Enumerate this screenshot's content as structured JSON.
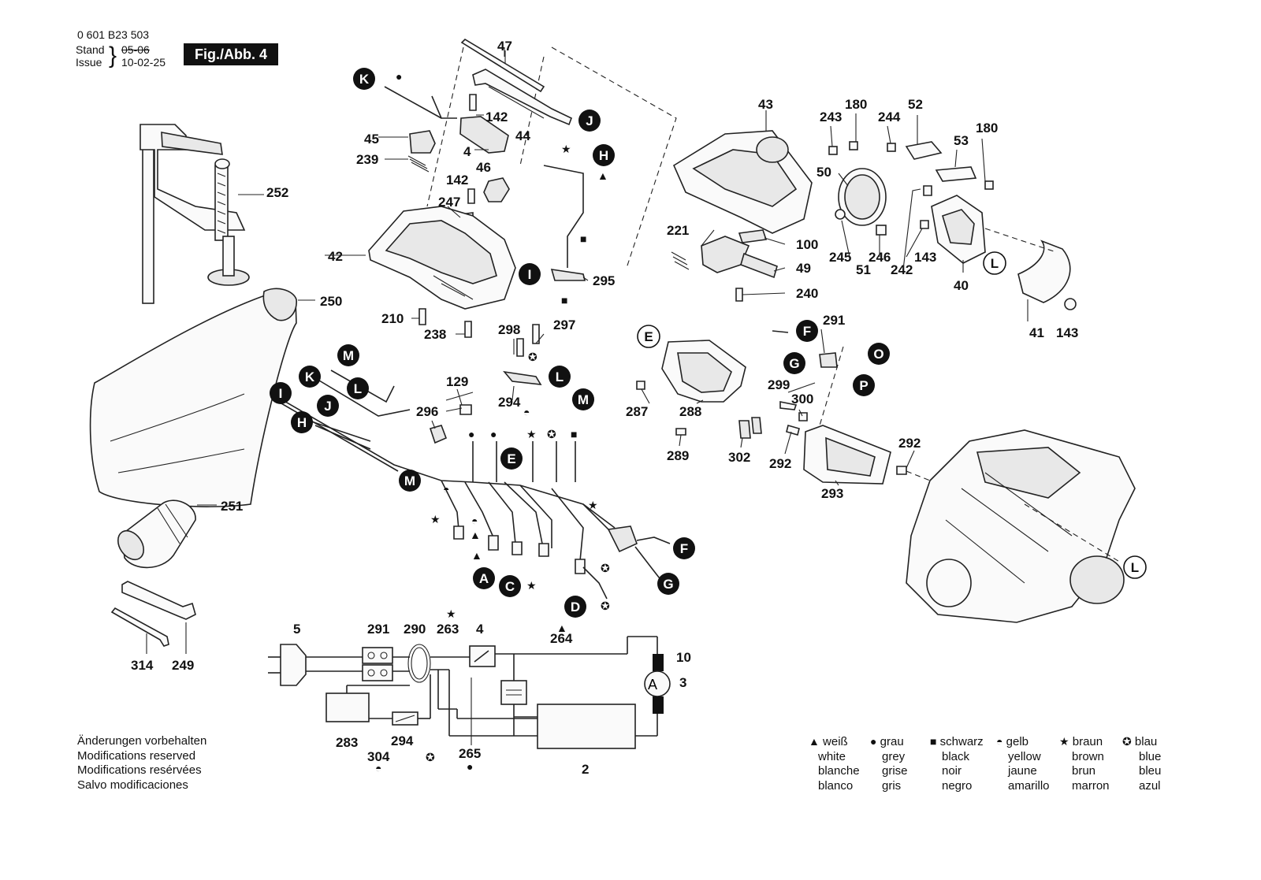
{
  "header": {
    "doc_number": "0 601 B23 503",
    "stand_label": "Stand",
    "issue_label": "Issue",
    "old_date": "05-06",
    "new_date": "10-02-25",
    "figure_label": "Fig./Abb. 4"
  },
  "part_numbers": {
    "p47": "47",
    "p142a": "142",
    "p44": "44",
    "p45": "45",
    "p4": "4",
    "p239": "239",
    "p46": "46",
    "p142b": "142",
    "p247": "247",
    "p42": "42",
    "p210": "210",
    "p238": "238",
    "p295": "295",
    "p298": "298",
    "p297": "297",
    "p294": "294",
    "p252": "252",
    "p250": "250",
    "p251": "251",
    "p314": "314",
    "p249": "249",
    "p129": "129",
    "p296": "296",
    "p43": "43",
    "p243": "243",
    "p180a": "180",
    "p244": "244",
    "p52": "52",
    "p53": "53",
    "p180b": "180",
    "p50": "50",
    "p221": "221",
    "p100": "100",
    "p49": "49",
    "p240": "240",
    "p245": "245",
    "p246": "246",
    "p51": "51",
    "p143a": "143",
    "p242": "242",
    "p40": "40",
    "p41": "41",
    "p143b": "143",
    "p291": "291",
    "p299": "299",
    "p300": "300",
    "p287": "287",
    "p288": "288",
    "p289": "289",
    "p302": "302",
    "p292a": "292",
    "p292b": "292",
    "p293": "293",
    "s5": "5",
    "s291": "291",
    "s290": "290",
    "s263": "263",
    "s4": "4",
    "s264": "264",
    "s10": "10",
    "s3": "3",
    "s283": "283",
    "s304": "304",
    "s294": "294",
    "s265": "265",
    "s2": "2",
    "motor": "A"
  },
  "connector_labels": {
    "K": "K",
    "J": "J",
    "H": "H",
    "I": "I",
    "M": "M",
    "L": "L",
    "E": "E",
    "F": "F",
    "G": "G",
    "A": "A",
    "C": "C",
    "D": "D",
    "O": "O",
    "P": "P"
  },
  "notes": [
    "Änderungen vorbehalten",
    "Modifications reserved",
    "Modifications resérvées",
    "Salvo modificaciones"
  ],
  "legend": [
    {
      "symbol": "▲",
      "de": "weiß",
      "en": "white",
      "fr": "blanche",
      "es": "blanco"
    },
    {
      "symbol": "●",
      "de": "grau",
      "en": "grey",
      "fr": "grise",
      "es": "gris"
    },
    {
      "symbol": "■",
      "de": "schwarz",
      "en": "black",
      "fr": "noir",
      "es": "negro"
    },
    {
      "symbol": "◓",
      "de": "gelb",
      "en": "yellow",
      "fr": "jaune",
      "es": "amarillo"
    },
    {
      "symbol": "★",
      "de": "braun",
      "en": "brown",
      "fr": "brun",
      "es": "marron"
    },
    {
      "symbol": "✪",
      "de": "blau",
      "en": "blue",
      "fr": "bleu",
      "es": "azul"
    }
  ]
}
